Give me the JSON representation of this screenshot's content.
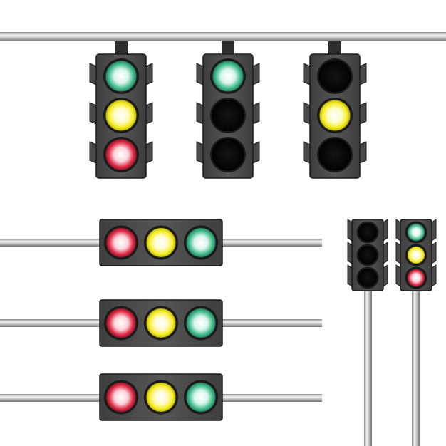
{
  "colors": {
    "background": "#ffffff",
    "housing": "#4a4a4a",
    "housing_stroke": "#1c1c1c",
    "pole": "#b8b8b8",
    "lamp_off": "#0b0b0b",
    "lamp_green": "#2fa97c",
    "lamp_yellow": "#f2ea1a",
    "lamp_red": "#d8243c"
  },
  "hanging_signals": [
    {
      "lamps": [
        "green",
        "yellow",
        "red"
      ]
    },
    {
      "lamps": [
        "green",
        "off",
        "off"
      ]
    },
    {
      "lamps": [
        "off",
        "yellow",
        "off"
      ]
    }
  ],
  "horizontal_signals": [
    {
      "lamps": [
        "red",
        "yellow",
        "green"
      ]
    },
    {
      "lamps": [
        "red",
        "yellow",
        "green"
      ]
    },
    {
      "lamps": [
        "red",
        "yellow",
        "green"
      ]
    }
  ],
  "pole_signals": [
    {
      "lamps": [
        "off",
        "off",
        "off"
      ]
    },
    {
      "lamps": [
        "green",
        "yellow",
        "red"
      ]
    }
  ]
}
